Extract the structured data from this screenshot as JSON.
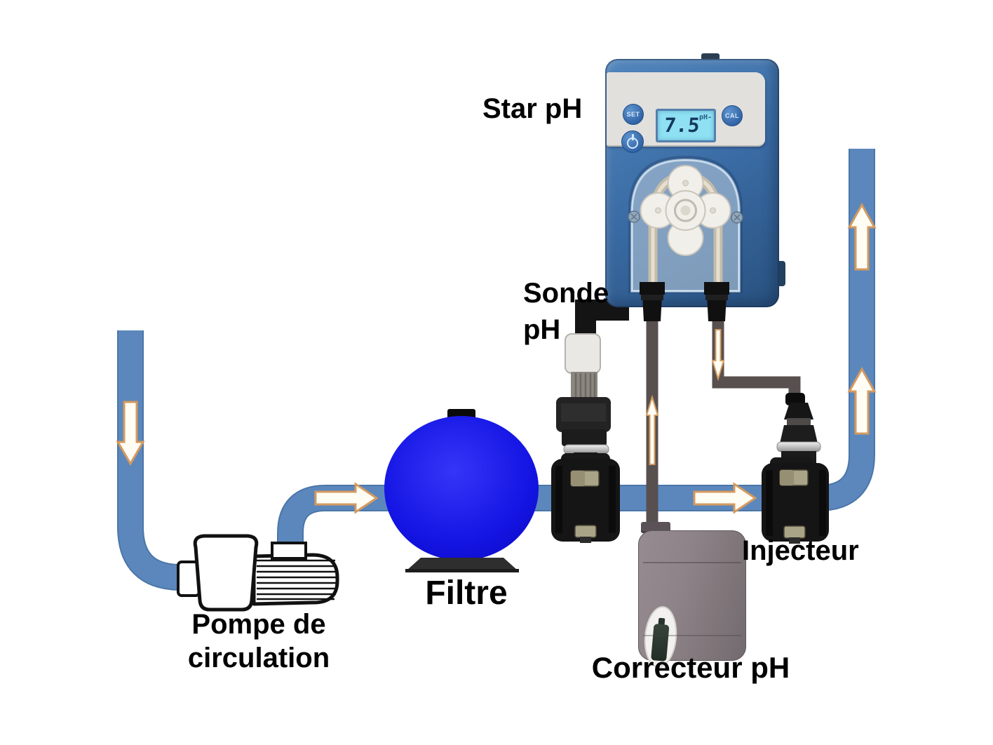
{
  "diagram_title": "Star pH",
  "labels": {
    "controller": "Star pH",
    "probe": {
      "line1": "Sonde",
      "line2": "pH"
    },
    "pump": {
      "line1": "Pompe de",
      "line2": "circulation"
    },
    "filter": "Filtre",
    "corrector": "Correcteur pH",
    "injector": "Injecteur"
  },
  "controller": {
    "display": {
      "value": "7.5",
      "unit": "pH-"
    },
    "buttons": {
      "set": "SET",
      "cal": "CAL",
      "power": "power-icon"
    }
  },
  "flow_arrows": [
    {
      "id": "arrow-left-pipe-down",
      "direction": "down"
    },
    {
      "id": "arrow-pump-to-filter",
      "direction": "right"
    },
    {
      "id": "arrow-filter-to-injector",
      "direction": "right"
    },
    {
      "id": "arrow-riser-lower-up",
      "direction": "up"
    },
    {
      "id": "arrow-riser-upper-up",
      "direction": "up"
    },
    {
      "id": "arrow-suction-tube-up",
      "direction": "up"
    },
    {
      "id": "arrow-dosing-tube-down",
      "direction": "down"
    }
  ],
  "colors": {
    "pipe_blue": "#5b87bd",
    "pipe_edge": "#4a76a8",
    "filter_blue": "#1414e2",
    "arrow_fill": "#fffdf4",
    "arrow_outline": "#d49a5e",
    "controller_blue": "#3a6ba4",
    "panel_gray": "#e1e0dd",
    "lcd_cyan": "#8ee0f2",
    "lcd_text": "#14395f",
    "button_blue": "#2f62a4",
    "tube_gray": "#57504f",
    "cable_black": "#141414",
    "canister_gray": "#8d8388",
    "label_color": "#000000"
  }
}
